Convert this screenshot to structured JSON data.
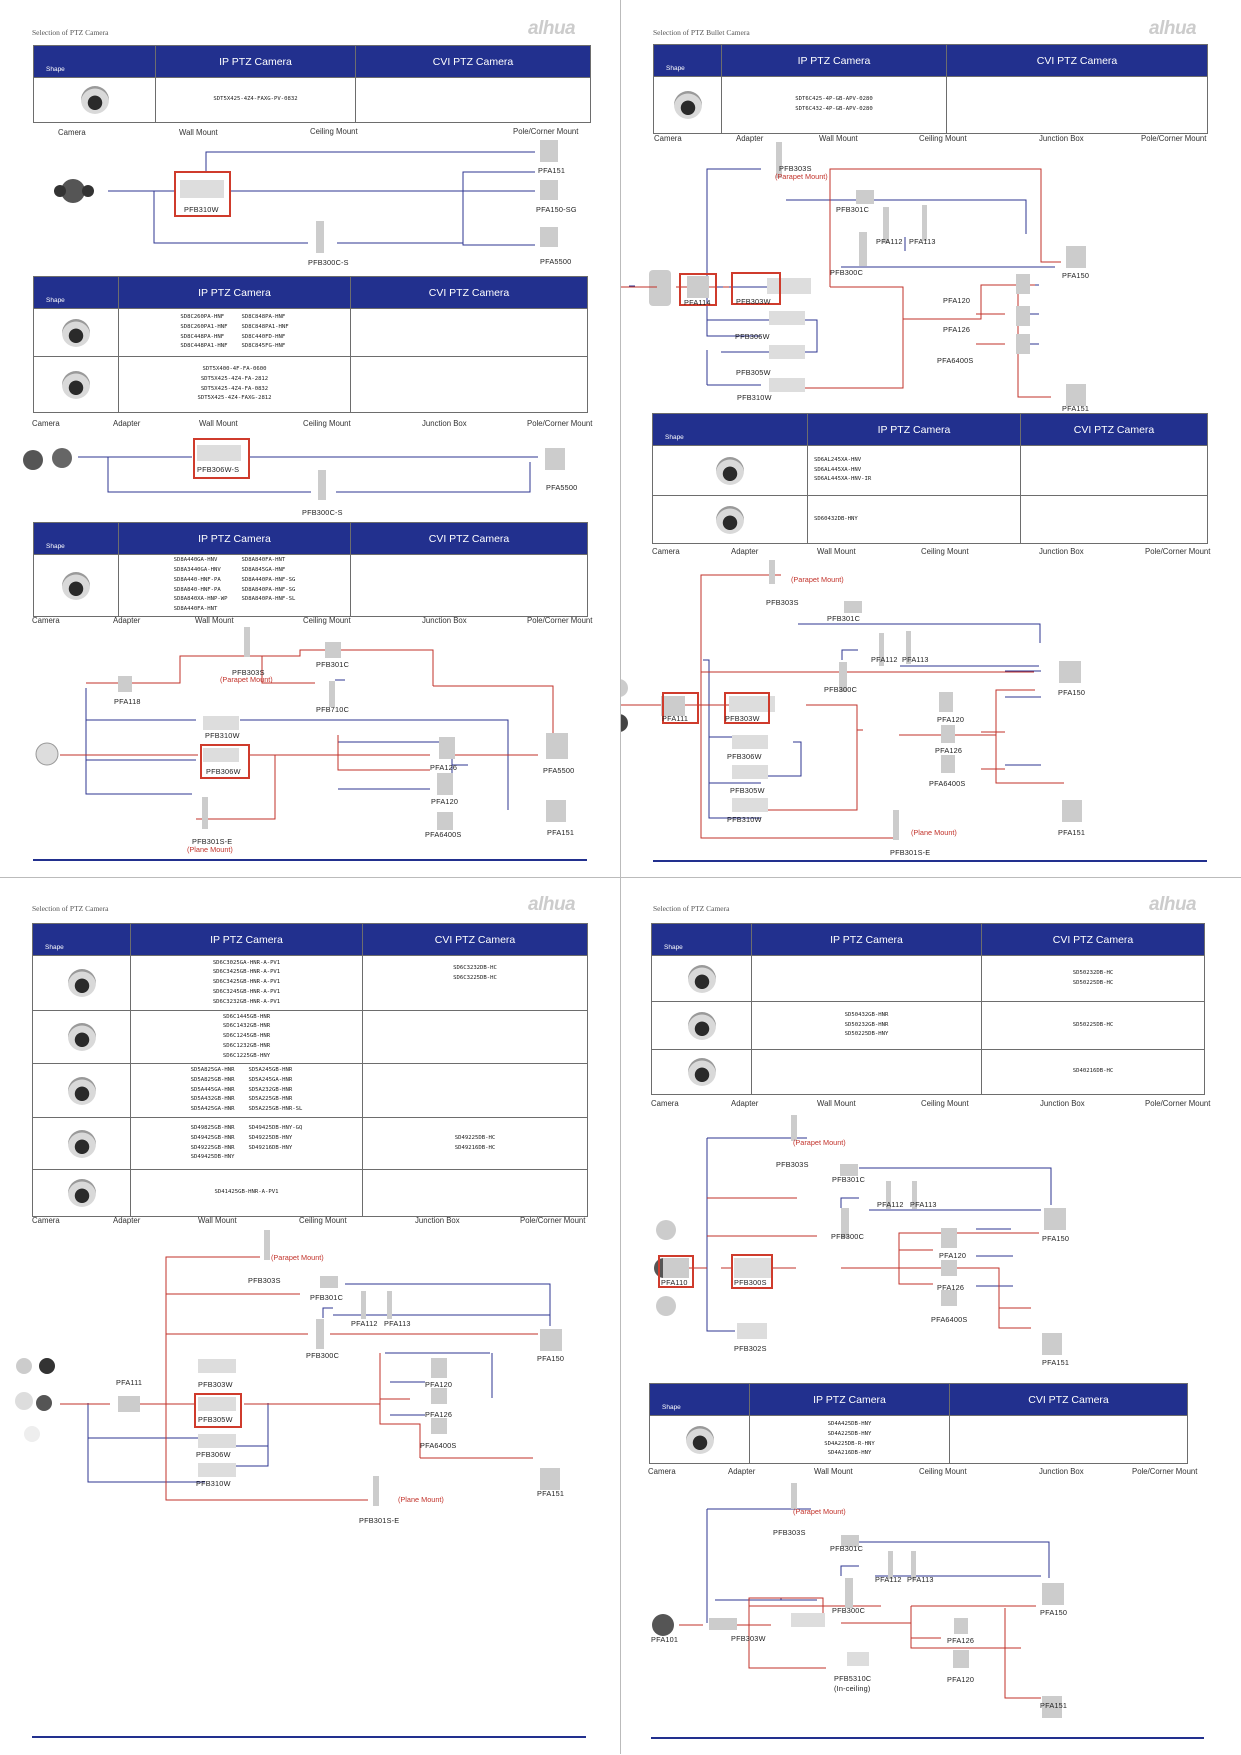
{
  "brand": {
    "logo": "alhua"
  },
  "q1": {
    "header": "Selection of PTZ Camera",
    "t1": {
      "shape": "Shape",
      "ip": "IP PTZ Camera",
      "cvi": "CVI PTZ Camera",
      "ip_models": "SDT5X425-4Z4-FAXG-PV-0832",
      "cvi_models": ""
    },
    "d1": {
      "cats": [
        "Camera",
        "Wall Mount",
        "Ceiling Mount",
        "Pole/Corner Mount"
      ],
      "labels": [
        "PFB310W",
        "PFB300C-S",
        "PFA151",
        "PFA150-SG",
        "PFA5500"
      ]
    },
    "t2": {
      "shape": "Shape",
      "ip": "IP PTZ Camera",
      "cvi": "CVI PTZ Camera",
      "r1_left": "SD8C260PA-HNF\nSD8C260PA1-HNF\nSD8C448PA-HNF\nSD8C448PA1-HNF",
      "r1_right": "SD8C848PA-HNF\nSD8C848PA1-HNF\nSD8C440FD-HNF\nSD8C845FG-HNF",
      "r2": "SDT5X400-4F-FA-0600\nSDT5X425-4Z4-FA-2812\nSDT5X425-4Z4-FA-0832\nSDT5X425-4Z4-FAXG-2812"
    },
    "d2": {
      "cats": [
        "Camera",
        "Adapter",
        "Wall Mount",
        "Ceiling Mount",
        "Junction Box",
        "Pole/Corner Mount"
      ],
      "labels": [
        "PFB306W-S",
        "PFB300C-S",
        "PFA5500"
      ]
    },
    "t3": {
      "shape": "Shape",
      "ip": "IP PTZ Camera",
      "cvi": "CVI PTZ Camera",
      "left": "SD8A440GA-HNV\nSD8A3440GA-HNV\nSD8A440-HNF-PA\nSD8A840-HNF-PA\nSD8A840XA-HNP-WP\nSD8A440FA-HNT",
      "right": "SD8A840FA-HNT\nSD8A845GA-HNF\nSD8A440PA-HNF-SG\nSD8A840PA-HNF-SG\nSD8A840PA-HNF-SL"
    },
    "d3": {
      "cats": [
        "Camera",
        "Adapter",
        "Wall Mount",
        "Ceiling Mount",
        "Junction Box",
        "Pole/Corner Mount"
      ],
      "labels": [
        "PFA118",
        "PFB303S",
        "PFB301C",
        "PFB710C",
        "PFB310W",
        "PFB306W",
        "PFB301S-E",
        "PFA126",
        "PFA120",
        "PFA6400S",
        "PFA5500",
        "PFA151"
      ],
      "notes": [
        "(Parapet Mount)",
        "(Plane Mount)"
      ]
    }
  },
  "q2": {
    "header": "Selection of PTZ Bullet Camera",
    "t1": {
      "shape": "Shape",
      "ip": "IP PTZ Camera",
      "cvi": "CVI PTZ Camera",
      "ip_models": "SDT6C425-4P-GB-APV-0280\nSDT6C432-4P-GB-APV-0280",
      "cvi_models": ""
    },
    "d1": {
      "cats": [
        "Camera",
        "Adapter",
        "Wall Mount",
        "Ceiling Mount",
        "Junction Box",
        "Pole/Corner Mount"
      ],
      "labels": [
        "PFB303S",
        "PFB301C",
        "PFA112",
        "PFA113",
        "PFB300C",
        "PFA114",
        "PFB303W",
        "PFB306W",
        "PFB305W",
        "PFB310W",
        "PFA120",
        "PFA126",
        "PFA6400S",
        "PFA150",
        "PFA151"
      ],
      "notes": [
        "(Parapet Mount)"
      ]
    },
    "t2": {
      "shape": "Shape",
      "ip": "IP PTZ Camera",
      "cvi": "CVI PTZ Camera",
      "r1": "SD6AL245XA-HNV\nSD6AL445XA-HNV\nSD6AL445XA-HNV-IR",
      "r2": "SD60432DB-HNY"
    },
    "d2": {
      "cats": [
        "Camera",
        "Adapter",
        "Wall Mount",
        "Ceiling Mount",
        "Junction Box",
        "Pole/Corner Mount"
      ],
      "labels": [
        "PFB303S",
        "PFB301C",
        "PFA112",
        "PFA113",
        "PFB300C",
        "PFA111",
        "PFB303W",
        "PFB306W",
        "PFB305W",
        "PFB310W",
        "PFB301S-E",
        "PFA120",
        "PFA126",
        "PFA6400S",
        "PFA150",
        "PFA151"
      ],
      "notes": [
        "(Parapet Mount)",
        "(Plane Mount)"
      ]
    }
  },
  "q3": {
    "header": "Selection of PTZ Camera",
    "t1": {
      "shape": "Shape",
      "ip": "IP PTZ Camera",
      "cvi": "CVI PTZ Camera",
      "r1_ip": "SD6C3025GA-HNR-A-PV1\nSD6C3425GB-HNR-A-PV1\nSD6C3425GB-HNR-A-PV1\nSD6C3245GB-HNR-A-PV1\nSD6C3232GB-HNR-A-PV1",
      "r1_cvi": "SD6C3232DB-HC\nSD6C3225DB-HC",
      "r2_ip": "SD6C1445GB-HNR\nSD6C1432GB-HNR\nSD6C1245GB-HNR\nSD6C1232GB-HNR\nSD6C1225GB-HNY",
      "r3_left": "SD5A825GA-HNR\nSD5A825GB-HNR\nSD5A445GA-HNR\nSD5A432GB-HNR\nSD5A425GA-HNR",
      "r3_right": "SD5A245GB-HNR\nSD5A245GA-HNR\nSD5A232GB-HNR\nSD5A225GB-HNR\nSD5A225GB-HNR-SL",
      "r4_left": "SD49825GB-HNR\nSD49425GB-HNR\nSD49225GB-HNR\nSD49425DB-HNY",
      "r4_right": "SD49425DB-HNY-GQ\nSD49225DB-HNY\nSD49216DB-HNY",
      "r4_cvi": "SD49225DB-HC\nSD49216DB-HC",
      "r5_ip": "SD41425GB-HNR-A-PV1"
    },
    "d1": {
      "cats": [
        "Camera",
        "Adapter",
        "Wall Mount",
        "Ceiling Mount",
        "Junction Box",
        "Pole/Corner Mount"
      ],
      "labels": [
        "PFB303S",
        "PFB301C",
        "PFA112",
        "PFA113",
        "PFB300C",
        "PFA111",
        "PFB303W",
        "PFB305W",
        "PFB306W",
        "PFB310W",
        "PFB301S-E",
        "PFA120",
        "PFA126",
        "PFA6400S",
        "PFA150",
        "PFA151"
      ],
      "notes": [
        "(Parapet Mount)",
        "(Plane Mount)"
      ]
    }
  },
  "q4": {
    "header": "Selection of PTZ Camera",
    "t1": {
      "shape": "Shape",
      "ip": "IP PTZ Camera",
      "cvi": "CVI PTZ Camera",
      "r1_cvi": "SD50232DB-HC\nSD50225DB-HC",
      "r2_ip": "SD50432GB-HNR\nSD50232GB-HNR\nSD50225DB-HNY",
      "r2_cvi": "SD50225DB-HC",
      "r3_cvi": "SD40216DB-HC"
    },
    "d1": {
      "cats": [
        "Camera",
        "Adapter",
        "Wall Mount",
        "Ceiling Mount",
        "Junction Box",
        "Pole/Corner Mount"
      ],
      "labels": [
        "PFB303S",
        "PFB301C",
        "PFA112",
        "PFA113",
        "PFB300C",
        "PFA110",
        "PFB300S",
        "PFB302S",
        "PFA120",
        "PFA126",
        "PFA6400S",
        "PFA150",
        "PFA151"
      ],
      "notes": [
        "(Parapet Mount)"
      ]
    },
    "t2": {
      "shape": "Shape",
      "ip": "IP PTZ Camera",
      "cvi": "CVI PTZ Camera",
      "ip_models": "SD4A425DB-HNY\nSD4A225DB-HNY\nSD4A225DB-R-HNY\nSD4A216DB-HNY",
      "cvi_models": ""
    },
    "d2": {
      "cats": [
        "Camera",
        "Adapter",
        "Wall Mount",
        "Ceiling Mount",
        "Junction Box",
        "Pole/Corner Mount"
      ],
      "labels": [
        "PFB303S",
        "PFB301C",
        "PFA112",
        "PFA113",
        "PFB300C",
        "PFA101",
        "PFB303W",
        "PFB5310C",
        "(In-ceiling)",
        "PFA126",
        "PFA120",
        "PFA150",
        "PFA151"
      ],
      "notes": [
        "(Parapet Mount)"
      ]
    }
  }
}
